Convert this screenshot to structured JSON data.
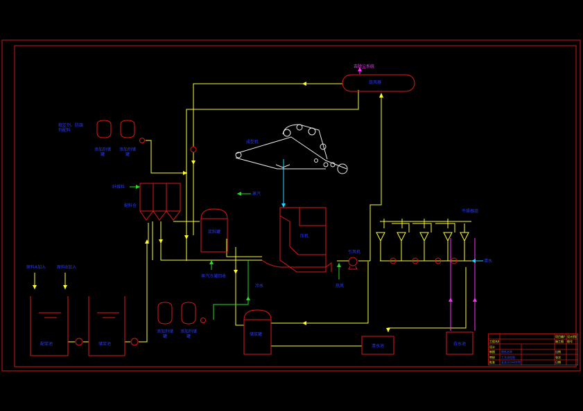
{
  "colors": {
    "background": "#000000",
    "frame": "#d01818",
    "equipment": "#e01818",
    "pipe_yellow": "#ffff30",
    "pipe_green": "#20e020",
    "pipe_cyan": "#20d8ff",
    "pipe_magenta": "#ff30ff",
    "label_blue": "#2a3cff",
    "machine_white": "#f0f0f0"
  },
  "labels": {
    "top_exhaust": "去除尘系统",
    "cyclone": "旋风器",
    "additive_source": "稳定剂、防腐\n剂配料",
    "additive_tank1": "添加剂储\n罐",
    "additive_tank2": "添加剂储\n罐",
    "fiber_bunker": "纤维料",
    "mixer_bin": "配料仓",
    "forming_machine": "成型机",
    "steam": "蒸汽",
    "slurry_tank": "浆料罐",
    "press": "压机",
    "condensate_return": "蒸汽冷凝回收",
    "water": "冷水",
    "air": "热风",
    "hot_air": "热风",
    "fan": "引风机",
    "dryer_group": "干燥器组",
    "fresh_water": "清水",
    "raw_a": "原料A加入",
    "raw_b": "原料B加入",
    "tank_a": "配浆池",
    "tank_b": "储浆池",
    "additive_tank3": "添加剂储\n罐",
    "additive_tank4": "添加剂储\n罐",
    "storage_tank": "储浆罐",
    "clear_water_tank": "清水池",
    "white_water_tank": "白水池"
  },
  "title_block": {
    "r1": [
      "",
      "",
      "",
      "项目编号",
      "设计阶段"
    ],
    "r2": [
      "工程名称",
      "",
      "",
      "施工图",
      "图号"
    ],
    "r3": [
      "设计",
      "",
      "",
      "",
      ""
    ],
    "r4": [
      "制图",
      "图纸名称",
      "",
      "比例",
      ""
    ],
    "r5": [
      "审核",
      "工艺流程图",
      "",
      "张次",
      ""
    ],
    "r6": [
      "批准",
      "某某设计研究院",
      "",
      "日期",
      ""
    ]
  }
}
